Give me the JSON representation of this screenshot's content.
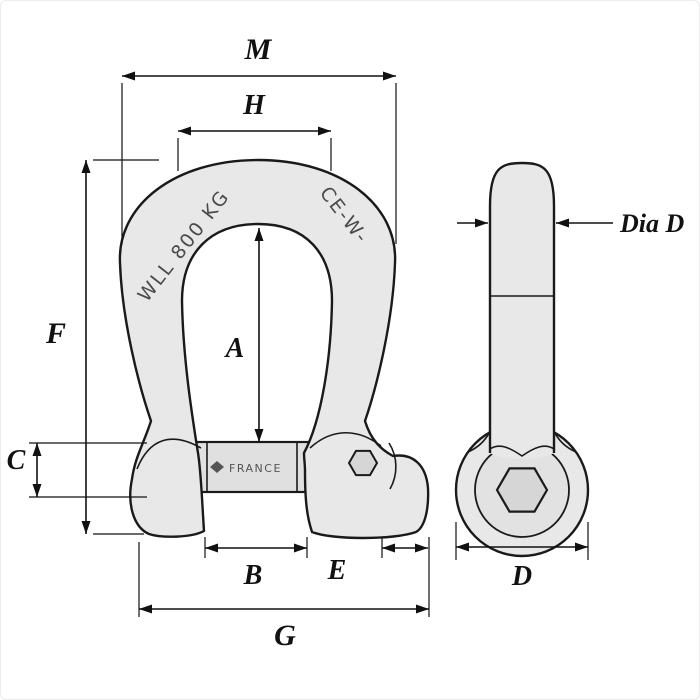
{
  "diagram": {
    "subject": "bow-shackle-technical-drawing-front-and-side-views",
    "views": {
      "front": {
        "dims": {
          "M": "M",
          "H": "H",
          "F": "F",
          "A": "A",
          "C": "C",
          "B": "B",
          "E": "E",
          "G": "G"
        },
        "engraving_left": "WLL 800 KG",
        "engraving_right": "CE-W-",
        "pin_brand": "FRANCE"
      },
      "side": {
        "dims": {
          "DiaD": "Dia D",
          "D": "D"
        }
      }
    },
    "colors": {
      "line": "#1a1a1a",
      "metal": "#e8e8e8",
      "metal_shadow": "#d6d6d6",
      "engraving": "#4a4a4a",
      "background": "#ffffff"
    }
  }
}
